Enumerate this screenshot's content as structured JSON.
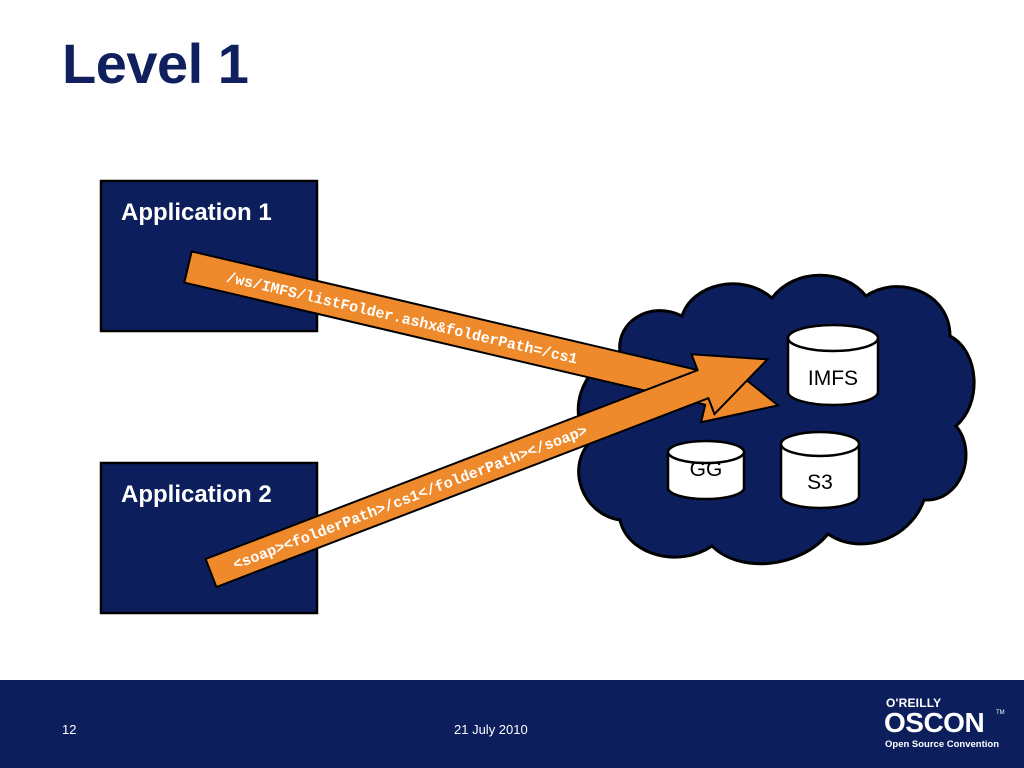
{
  "slide": {
    "title": "Level 1",
    "page_number": "12",
    "date": "21 July 2010"
  },
  "diagram": {
    "applications": [
      {
        "label": "Application 1"
      },
      {
        "label": "Application 2"
      }
    ],
    "stores": [
      {
        "label": "IMFS"
      },
      {
        "label": "GG"
      },
      {
        "label": "S3"
      }
    ],
    "requests": [
      {
        "text": "/ws/IMFS/listFolder.ashx&folderPath=/cs1",
        "from": "Application 1",
        "to": "IMFS"
      },
      {
        "text": "<soap><folderPath>/cs1</folderPath></soap>",
        "from": "Application 2",
        "to": "IMFS"
      }
    ]
  },
  "logo": {
    "publisher": "O'REILLY",
    "name": "OSCON",
    "trademark": "TM",
    "tagline": "Open Source Convention"
  },
  "colors": {
    "navy": "#0d1e5c",
    "arrow_orange": "#ef8a2c",
    "title_blue": "#10205e",
    "text_white": "#ffffff"
  }
}
